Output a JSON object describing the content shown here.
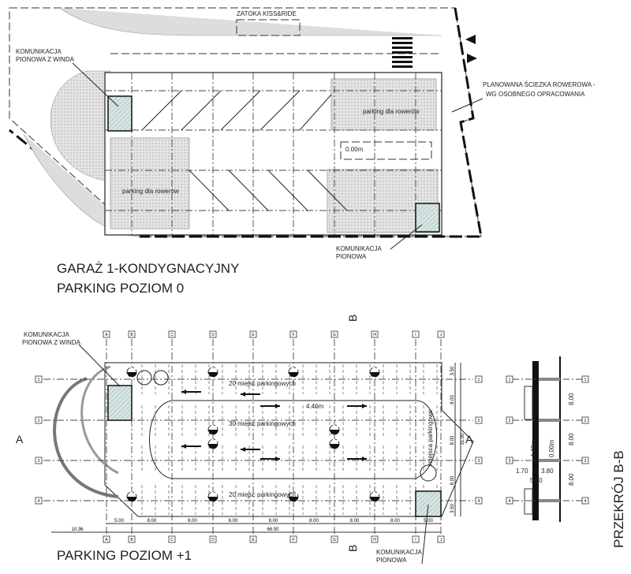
{
  "level0": {
    "title_line1": "GARAŻ 1-KONDYGNACYJNY",
    "title_line2": "PARKING POZIOM 0",
    "kiss_ride": "ZATOKA KISS&RIDE",
    "stair_lift_label_1": "KOMUNIKACJA",
    "stair_lift_label_2": "PIONOWA Z WINDA",
    "stair_label_1": "KOMUNIKACJA",
    "stair_label_2": "PIONOWA",
    "bike_path_1": "PLANOWANA ŚCIEZKA ROWEROWA -",
    "bike_path_2": "WG OSOBNEGO OPRACOWANIA",
    "bike_parking_1": "parking dla rowerów",
    "bike_parking_2": "parking dla rowerów",
    "elevation": "0.00m"
  },
  "level1": {
    "title": "PARKING POZIOM +1",
    "stair_lift_label_1": "KOMUNIKACJA",
    "stair_lift_label_2": "PIONOWA Z WINDA",
    "stair_label_1": "KOMUNIKACJA",
    "stair_label_2": "PIONOWA",
    "row_top": "20 miejsc parkingowych",
    "row_mid": "30 miejsc parkingowych",
    "row_bottom": "20 miejsc parkingowych",
    "side_spots": "miejsca parkingowe",
    "elevation": "4.40m",
    "columns": [
      "A",
      "B",
      "C",
      "D",
      "E",
      "F",
      "G",
      "H",
      "I",
      "J"
    ],
    "rows": [
      "1",
      "2",
      "3",
      "4"
    ],
    "dims_bottom": [
      "5.00",
      "8.00",
      "8.00",
      "8.00",
      "8.00",
      "8.00",
      "8.00",
      "8.00",
      "5.00"
    ],
    "dim_total": "66.50",
    "dim_offset": "10.36",
    "dims_right": [
      "3.50",
      "8.00",
      "8.00",
      "8.00",
      "3.50"
    ],
    "dim_right_total": "31.00",
    "section_a": "A",
    "section_b": "B"
  },
  "section": {
    "title": "PRZEKRÓJ B-B",
    "dims": [
      "8.00",
      "8.00",
      "8.00"
    ],
    "dim_1": "1.70",
    "dim_2": "3.80",
    "dim_3": "5.50",
    "elev_top": "4.40m",
    "elev_bottom": "0.00m",
    "rows": [
      "1",
      "2",
      "3",
      "4"
    ]
  }
}
